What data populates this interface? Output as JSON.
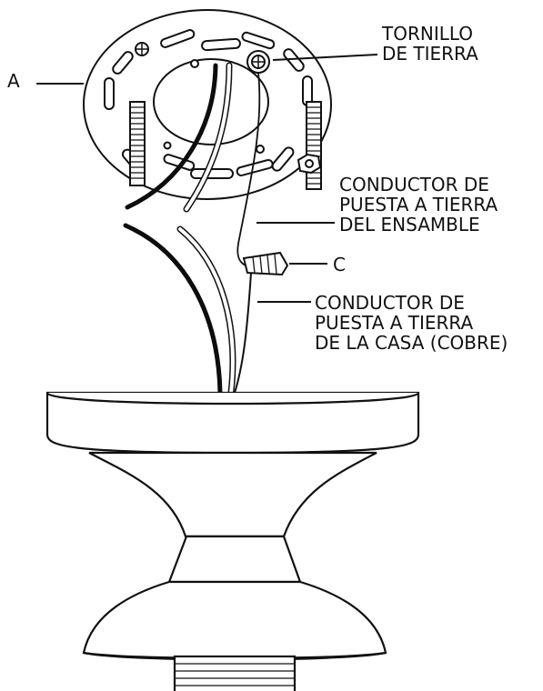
{
  "labels": {
    "a": "A",
    "tornillo": [
      "TORNILLO",
      "DE TIERRA"
    ],
    "ensamble": [
      "CONDUCTOR DE",
      "PUESTA A TIERRA",
      "DEL ENSAMBLE"
    ],
    "c": "C",
    "casa": [
      "CONDUCTOR DE",
      "PUESTA A TIERRA",
      "DE LA CASA (COBRE)"
    ]
  },
  "colors": {
    "line": "#111111",
    "fill": "#ffffff",
    "wire_black": "#0d0d0d"
  }
}
